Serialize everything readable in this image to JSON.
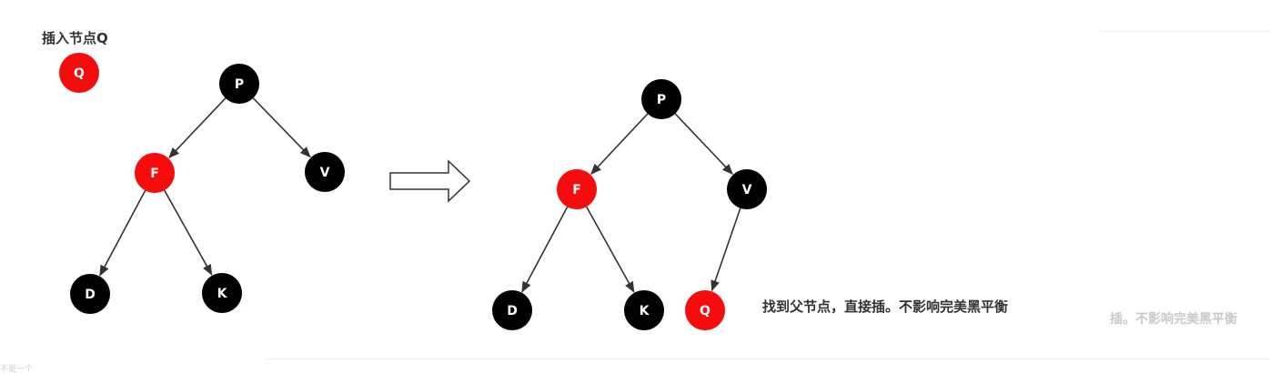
{
  "title": "插入节点Q",
  "caption": "找到父节点，直接插。不影响完美黑平衡",
  "ghost_caption": "插。不影响完美黑平衡",
  "ghost_footer": "不是一个",
  "colors": {
    "red": "#f50c0c",
    "black": "#000000",
    "edge": "#333333",
    "label": "#ffffff"
  },
  "before": {
    "nodes": [
      {
        "id": "Q",
        "label": "Q",
        "color": "red"
      },
      {
        "id": "P",
        "label": "P",
        "color": "black"
      },
      {
        "id": "F",
        "label": "F",
        "color": "red"
      },
      {
        "id": "V",
        "label": "V",
        "color": "black"
      },
      {
        "id": "D",
        "label": "D",
        "color": "black"
      },
      {
        "id": "K",
        "label": "K",
        "color": "black"
      }
    ],
    "edges": [
      [
        "P",
        "F"
      ],
      [
        "P",
        "V"
      ],
      [
        "F",
        "D"
      ],
      [
        "F",
        "K"
      ]
    ]
  },
  "after": {
    "nodes": [
      {
        "id": "P",
        "label": "P",
        "color": "black"
      },
      {
        "id": "F",
        "label": "F",
        "color": "red"
      },
      {
        "id": "V",
        "label": "V",
        "color": "black"
      },
      {
        "id": "D",
        "label": "D",
        "color": "black"
      },
      {
        "id": "K",
        "label": "K",
        "color": "black"
      },
      {
        "id": "Q",
        "label": "Q",
        "color": "red"
      }
    ],
    "edges": [
      [
        "P",
        "F"
      ],
      [
        "P",
        "V"
      ],
      [
        "F",
        "D"
      ],
      [
        "F",
        "K"
      ],
      [
        "V",
        "Q"
      ]
    ]
  }
}
